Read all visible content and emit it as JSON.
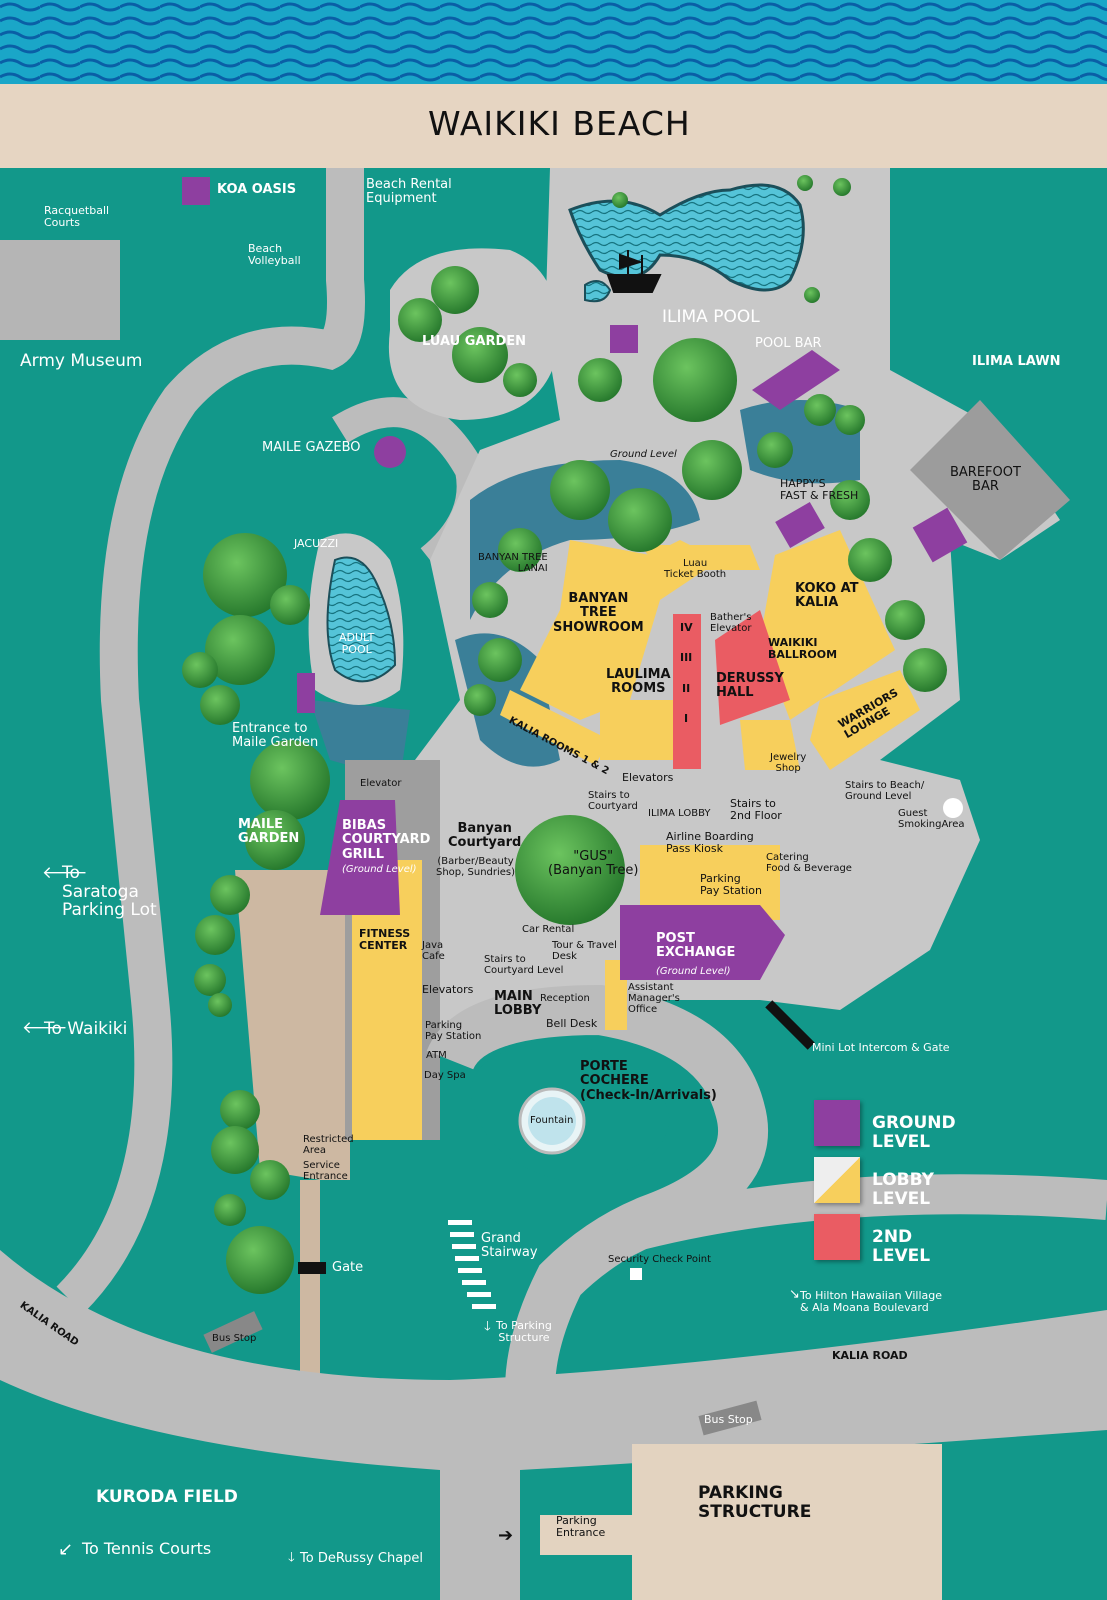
{
  "title": "WAIKIKI BEACH",
  "colors": {
    "ocean": "#1aa6c8",
    "ground": "#12988a",
    "sand": "#e6d5c2",
    "path": "#bfbfbf",
    "ground_level": "#8e3fa0",
    "lobby_level": "#f7cf5c",
    "second_level": "#ea5c63",
    "tree": "#3a9a3e",
    "pool": "#55c4d8"
  },
  "areas": {
    "koa_oasis": "KOA OASIS",
    "racquetball": "Racquetball\nCourts",
    "beach_rental": "Beach Rental\nEquipment",
    "beach_volleyball": "Beach\nVolleyball",
    "army_museum": "Army Museum",
    "luau_garden": "LUAU GARDEN",
    "ilima_pool": "ILIMA POOL",
    "pool_bar": "POOL BAR",
    "ilima_lawn": "ILIMA LAWN",
    "maile_gazebo": "MAILE GAZEBO",
    "ground_level_note": "Ground Level",
    "barefoot_bar": "BAREFOOT\nBAR",
    "happys": "HAPPY'S\nFAST & FRESH",
    "jacuzzi": "JACUZZI",
    "banyan_lanai": "BANYAN TREE\nLANAI",
    "luau_ticket": "Luau\nTicket Booth",
    "koko": "KOKO AT\nKALIA",
    "banyan_showroom": "BANYAN\nTREE\nSHOWROOM",
    "bathers_elevator": "Bather's\nElevator",
    "adult_pool": "ADULT\nPOOL",
    "waikiki_ballroom": "WAIKIKI\nBALLROOM",
    "room_iv": "IV",
    "room_iii": "III",
    "room_ii": "II",
    "room_i": "I",
    "laulima": "LAULIMA\nROOMS",
    "derussy": "DERUSSY\nHALL",
    "kalia_rooms": "KALIA ROOMS 1 & 2",
    "warriors": "WARRIORS\nLOUNGE",
    "entrance_maile": "Entrance to\nMaile Garden",
    "jewelry": "Jewelry\nShop",
    "elevators_top": "Elevators",
    "elevator_left": "Elevator",
    "stairs_courtyard": "Stairs to\nCourtyard",
    "ilima_lobby": "ILIMA LOBBY",
    "stairs_2nd": "Stairs to\n2nd Floor",
    "stairs_beach": "Stairs to Beach/\nGround Level",
    "guest_smoking": "Guest\nSmokingArea",
    "maile_garden": "MAILE\nGARDEN",
    "bibas": "BIBAS\nCOURTYARD\nGRILL",
    "bibas_note": "(Ground Level)",
    "banyan_courtyard": "Banyan\nCourtyard",
    "banyan_courtyard_note": "(Barber/Beauty\nShop, Sundries)",
    "gus": "\"GUS\"\n(Banyan Tree)",
    "airline": "Airline Boarding\nPass Kiosk",
    "catering": "Catering\nFood & Beverage",
    "parking_pay_top": "Parking\nPay Station",
    "to_saratoga": "To\nSaratoga\nParking Lot",
    "fitness": "FITNESS\nCENTER",
    "java_cafe": "Java\nCafe",
    "car_rental": "Car Rental",
    "tour_travel": "Tour & Travel\nDesk",
    "post_exchange": "POST\nEXCHANGE",
    "post_note": "(Ground Level)",
    "stairs_courtyard_level": "Stairs to\nCourtyard Level",
    "elevators_mid": "Elevators",
    "main_lobby": "MAIN\nLOBBY",
    "reception": "Reception",
    "asst_manager": "Assistant\nManager's\nOffice",
    "to_waikiki": "To Waikiki",
    "bell_desk": "Bell Desk",
    "parking_pay_left": "Parking\nPay Station",
    "atm": "ATM",
    "day_spa": "Day Spa",
    "mini_lot": "Mini Lot Intercom & Gate",
    "porte_cochere": "PORTE\nCOCHERE\n(Check-In/Arrivals)",
    "fountain": "Fountain",
    "restricted": "Restricted\nArea",
    "service_entrance": "Service\nEntrance",
    "grand_stairway": "Grand\nStairway",
    "security": "Security Check Point",
    "gate": "Gate",
    "to_hilton": "To Hilton Hawaiian Village\n& Ala Moana Boulevard",
    "kalia_road_left": "KALIA ROAD",
    "bus_stop_left": "Bus Stop",
    "to_parking_structure": "To Parking\nStructure",
    "kalia_road_right": "KALIA ROAD",
    "bus_stop_bottom": "Bus Stop",
    "parking_structure": "PARKING\nSTRUCTURE",
    "kuroda": "KURODA FIELD",
    "parking_entrance": "Parking\nEntrance",
    "to_tennis": "To Tennis Courts",
    "to_derussy_chapel": "To DeRussy Chapel"
  },
  "legend": [
    {
      "label": "GROUND LEVEL",
      "color": "#8e3fa0"
    },
    {
      "label": "LOBBY LEVEL",
      "color": "#f7cf5c"
    },
    {
      "label": "2ND LEVEL",
      "color": "#ea5c63"
    }
  ]
}
